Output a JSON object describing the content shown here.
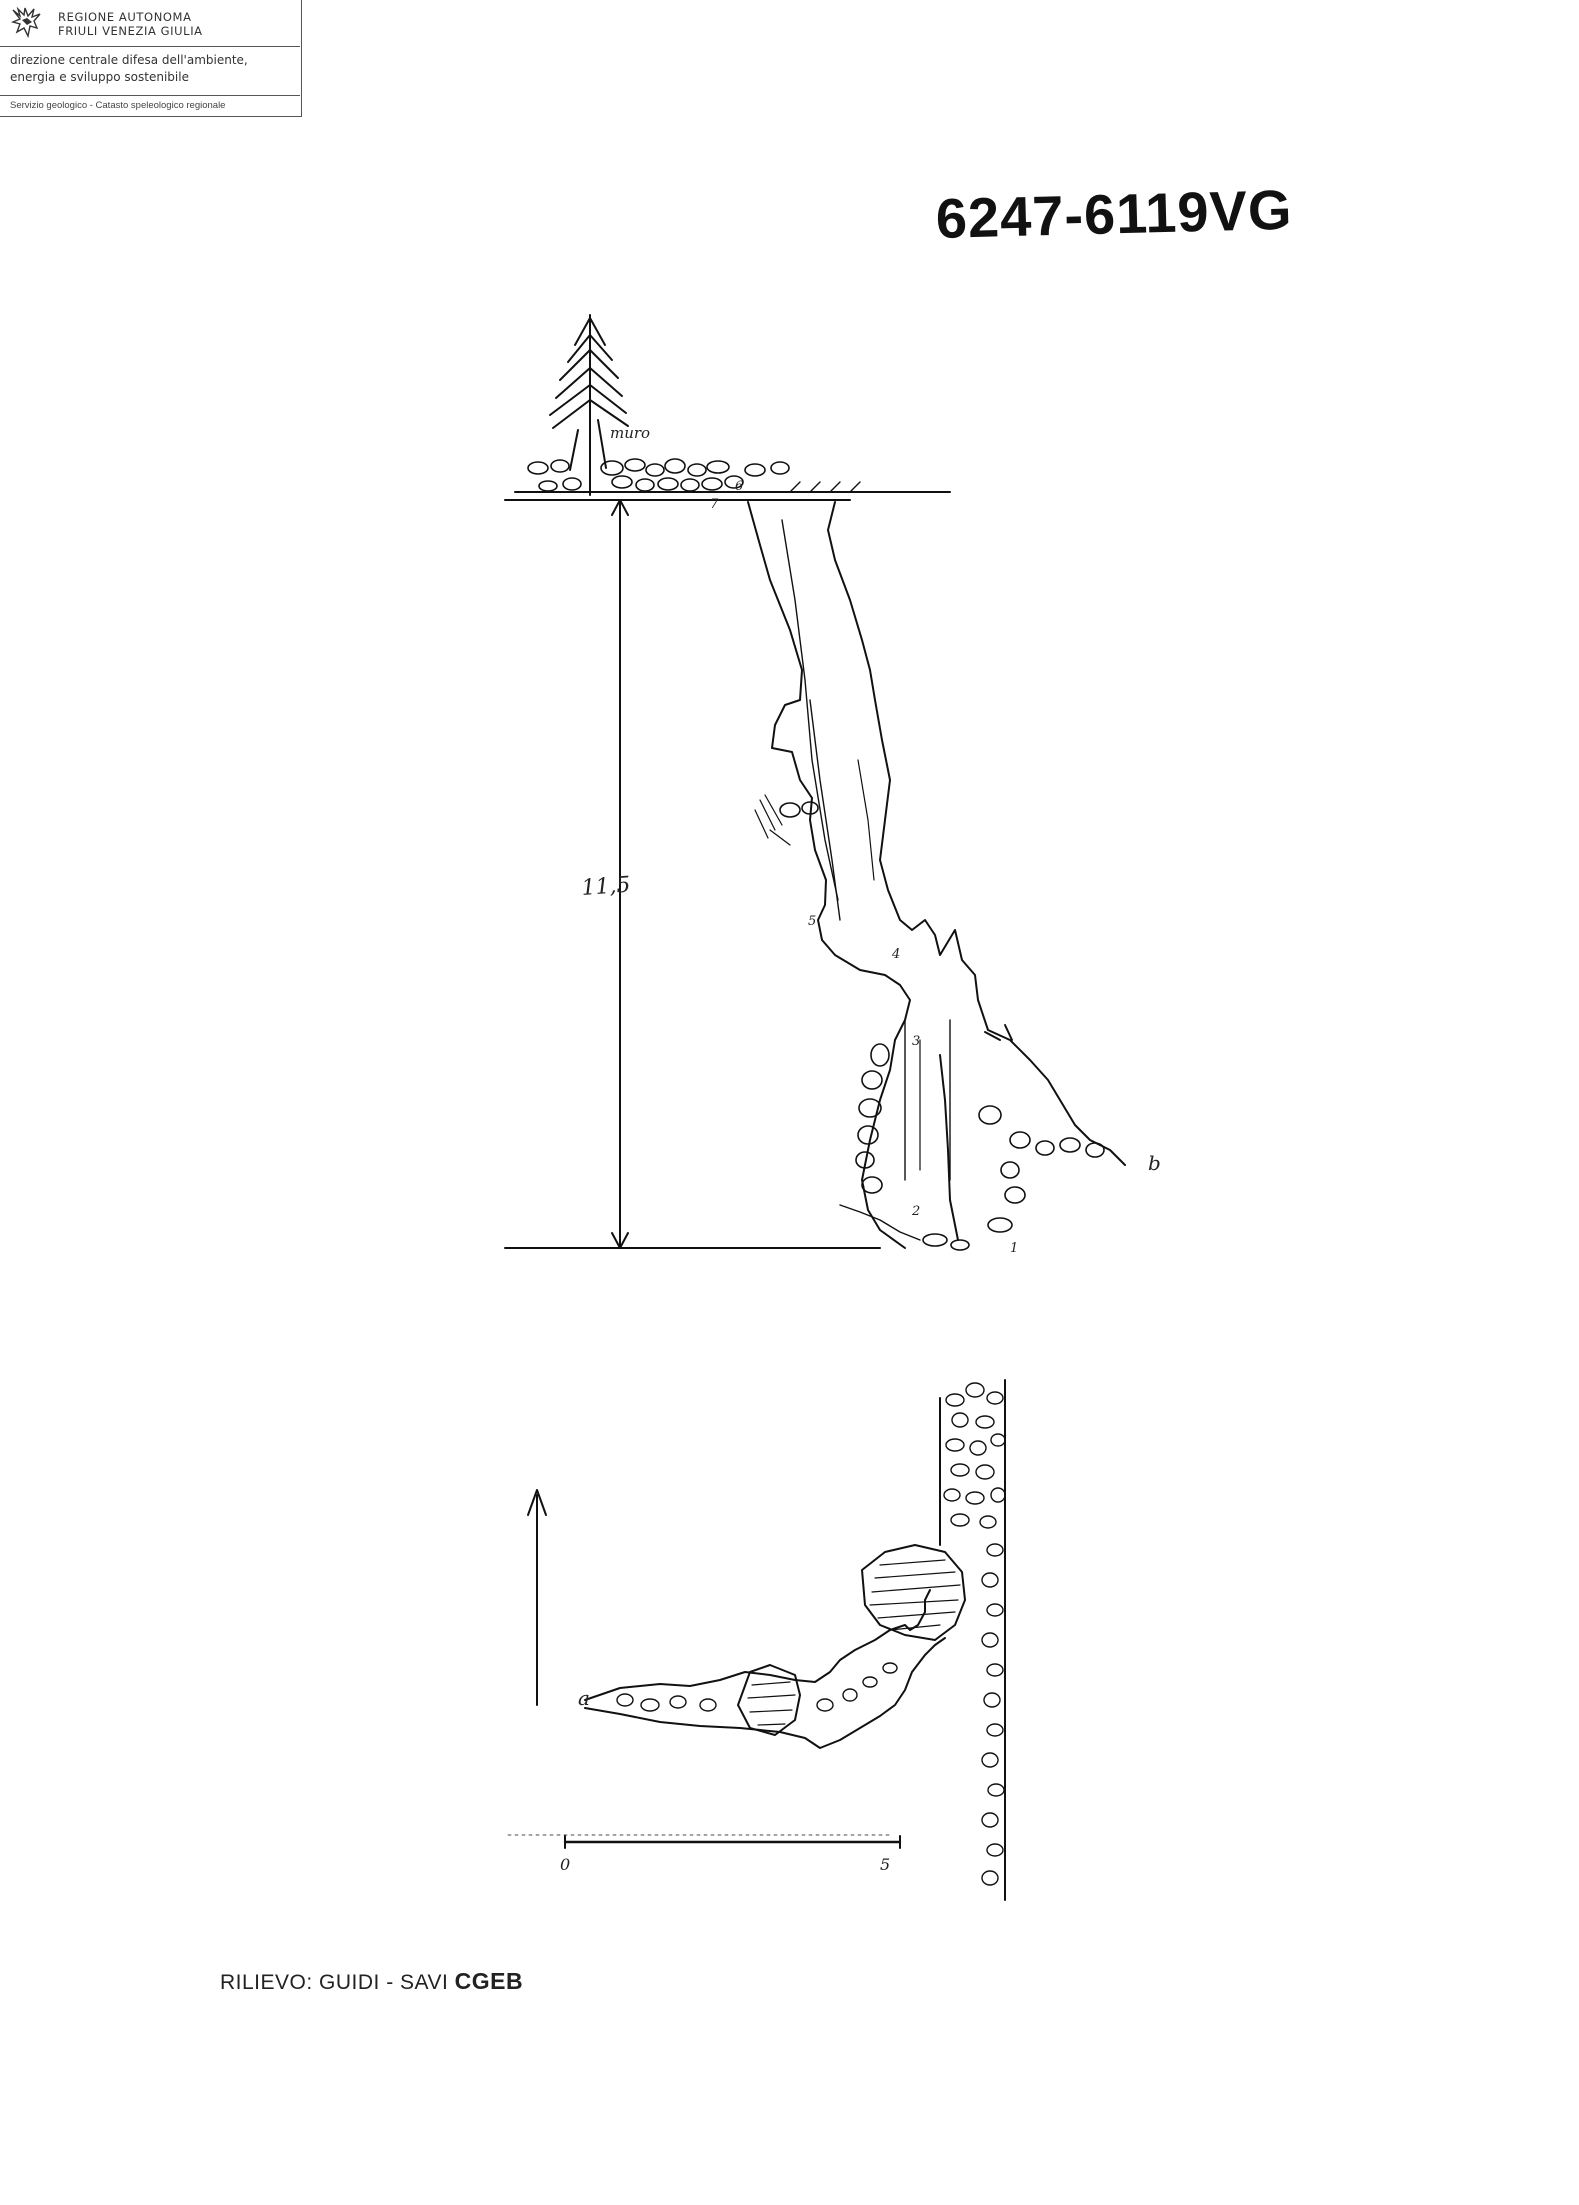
{
  "header": {
    "region_line1": "Regione Autonoma",
    "region_line2": "Friuli Venezia Giulia",
    "dept_line1": "direzione centrale difesa dell'ambiente,",
    "dept_line2": "energia e sviluppo sostenibile",
    "service": "Servizio geologico - Catasto speleologico regionale",
    "logo_icon": "eagle-crest-icon"
  },
  "cave_code": "6247-6119VG",
  "section": {
    "depth_label": "11,5",
    "muro_label": "muro",
    "b_label": "b",
    "station_labels": [
      "1",
      "2",
      "3",
      "4",
      "5",
      "6",
      "7"
    ]
  },
  "plan": {
    "north_arrow_icon": "north-arrow-icon",
    "a_label": "a",
    "scale_start": "0",
    "scale_end": "5"
  },
  "credit": {
    "text": "RILIEVO: GUIDI - SAVI",
    "club": "CGEB"
  }
}
